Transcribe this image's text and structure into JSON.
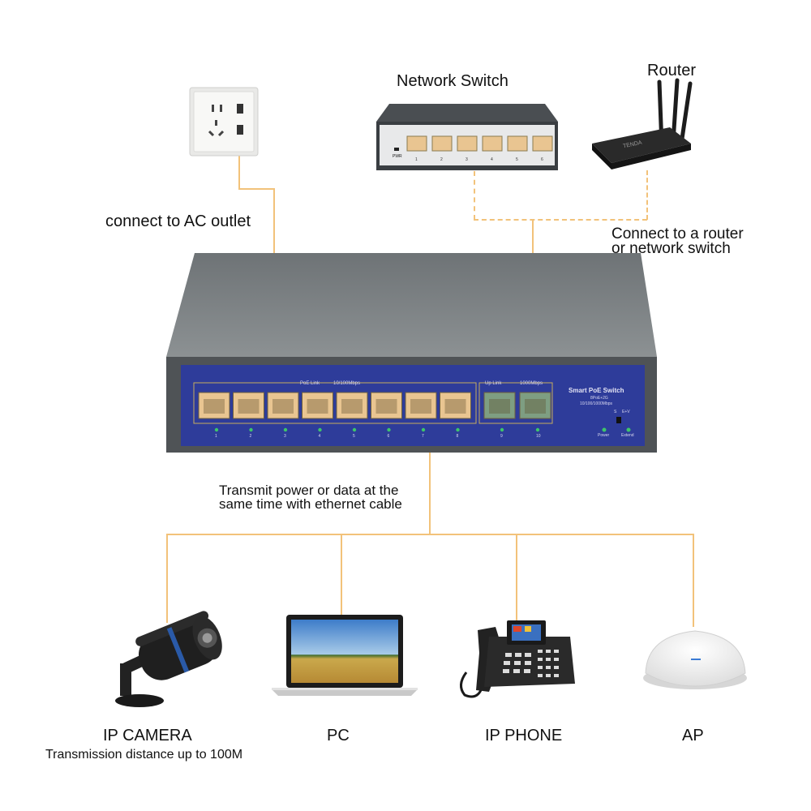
{
  "labels": {
    "ac_outlet": "connect to AC outlet",
    "network_switch": "Network Switch",
    "router": "Router",
    "router_connect_line1": "Connect to a router",
    "router_connect_line2": "or network switch",
    "transmit_line1": "Transmit power or data at the",
    "transmit_line2": "same time with ethernet cable",
    "ip_camera": "IP CAMERA",
    "camera_distance": "Transmission distance up to 100M",
    "pc": "PC",
    "ip_phone": "IP PHONE",
    "ap": "AP"
  },
  "poe_switch": {
    "poe_link_label": "PoE Link",
    "poe_speed_label": "10/100Mbps",
    "uplink_label": "Up Link",
    "uplink_speed_label": "1000Mbps",
    "brand_title": "Smart PoE Switch",
    "brand_sub1": "8PoE+2G",
    "brand_sub2": "10/100/1000Mbps",
    "mode_s": "S",
    "mode_ev": "E+V",
    "power_label": "Power",
    "extend_label": "Extend",
    "port_numbers": [
      "1",
      "2",
      "3",
      "4",
      "5",
      "6",
      "7",
      "8",
      "9",
      "10"
    ]
  },
  "small_switch": {
    "pwr_label": "PWR",
    "port_numbers": [
      "1",
      "2",
      "3",
      "4",
      "5",
      "6"
    ]
  },
  "router_brand": "TENDA",
  "colors": {
    "connector_line": "#f2c27a",
    "switch_front": "#2e3c9a",
    "switch_body": "#6f7476",
    "port_orange": "#e9c591",
    "port_green": "#7e9e82"
  }
}
